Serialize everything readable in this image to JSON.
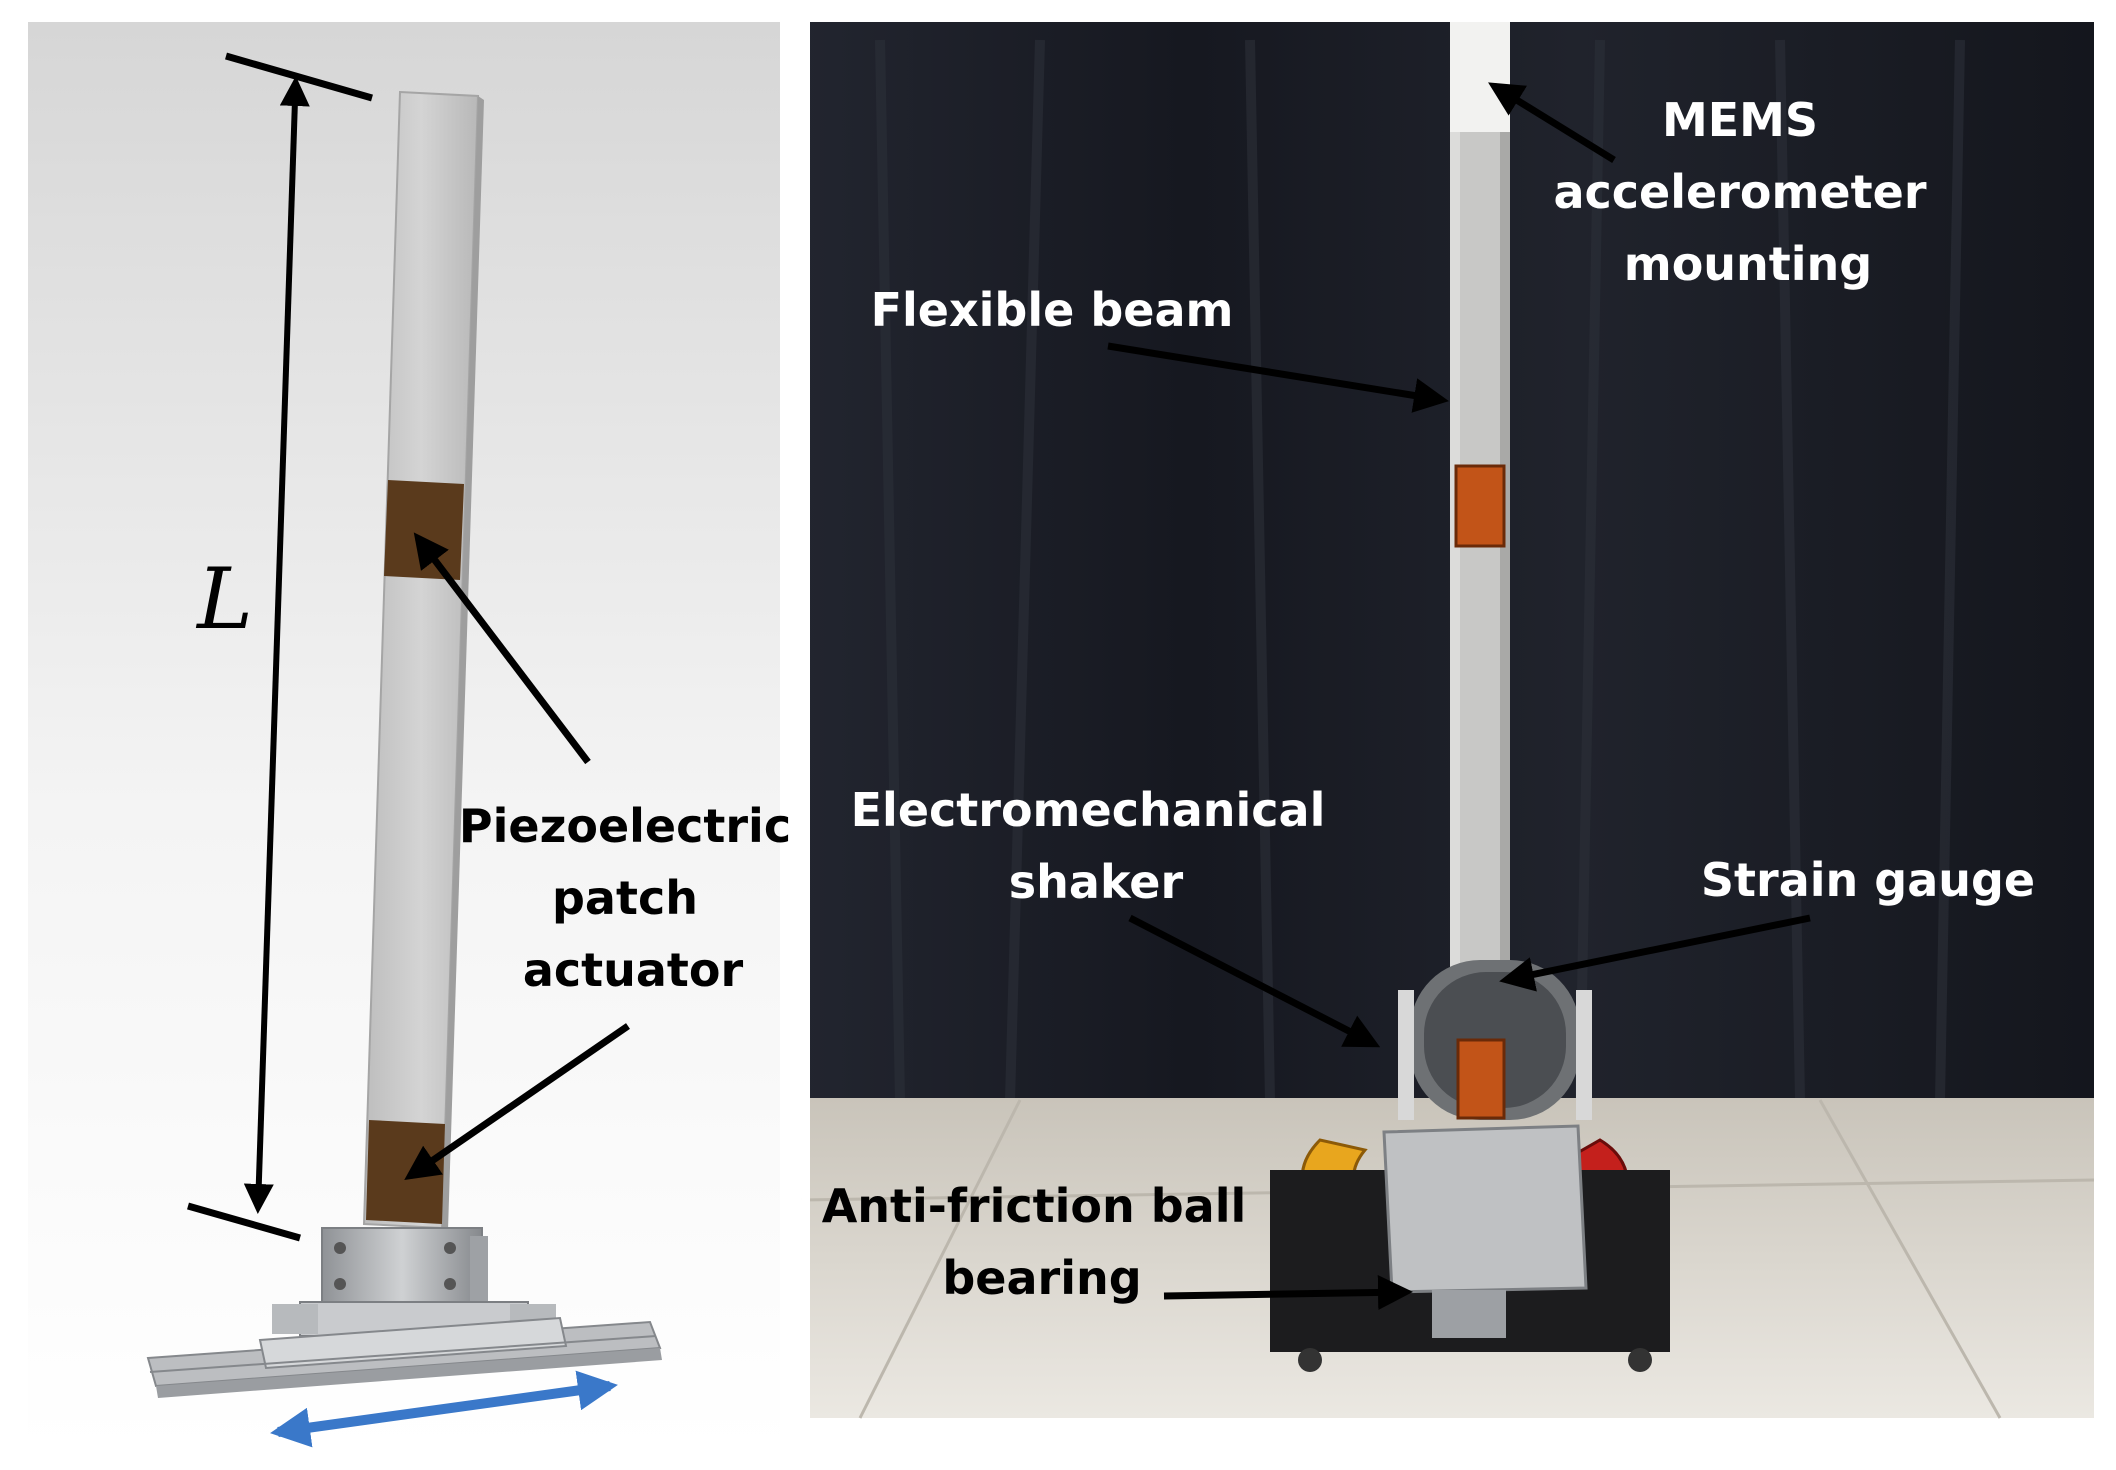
{
  "left_panel": {
    "length_symbol": "L",
    "actuator_label": [
      "Piezoelectric",
      "patch",
      "actuator"
    ],
    "motion_arrow_color": "#3a78c9",
    "patch_color": "#5a3a1c"
  },
  "right_panel": {
    "labels": {
      "mems": [
        "MEMS",
        "accelerometer",
        "mounting"
      ],
      "flexible_beam": "Flexible beam",
      "shaker": [
        "Electromechanical",
        "shaker"
      ],
      "strain_gauge": "Strain gauge",
      "bearing": [
        "Anti-friction ball",
        "bearing"
      ]
    },
    "curtain_color": "#1a1c25",
    "floor_color": "#dcd8cf",
    "clamp_color": "#e8a61e",
    "gauge_color": "#c25418"
  }
}
